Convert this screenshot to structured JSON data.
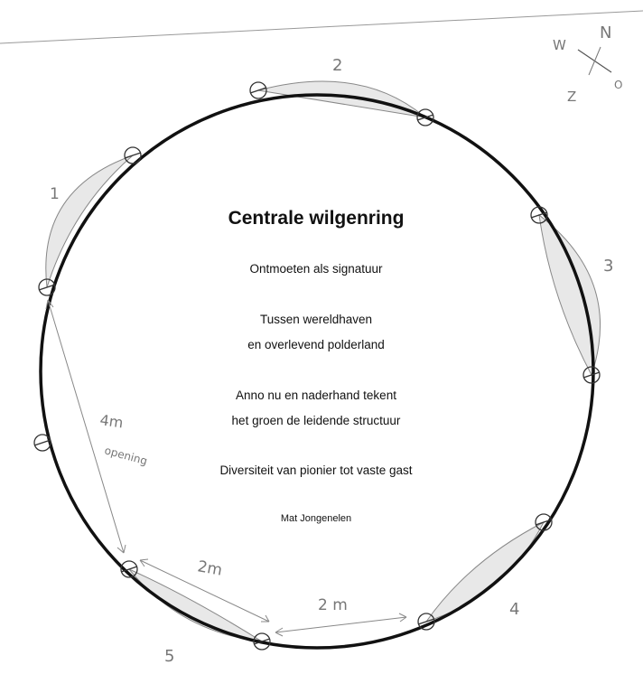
{
  "title": "Centrale wilgenring",
  "poem": [
    "Ontmoeten als signatuur",
    "Tussen wereldhaven",
    "en overlevend polderland",
    "Anno nu en naderhand tekent",
    "het groen de leidende structuur",
    "Diversiteit van pionier tot vaste gast"
  ],
  "author": "Mat Jongenelen",
  "compass": {
    "north": "N",
    "east": "O",
    "south": "Z",
    "west": "W"
  },
  "segment_labels": [
    "1",
    "2",
    "3",
    "4",
    "5"
  ],
  "annotations": {
    "opening_size": "4m",
    "opening_label": "opening",
    "spacing_a": "2m",
    "spacing_b": "2 m"
  }
}
